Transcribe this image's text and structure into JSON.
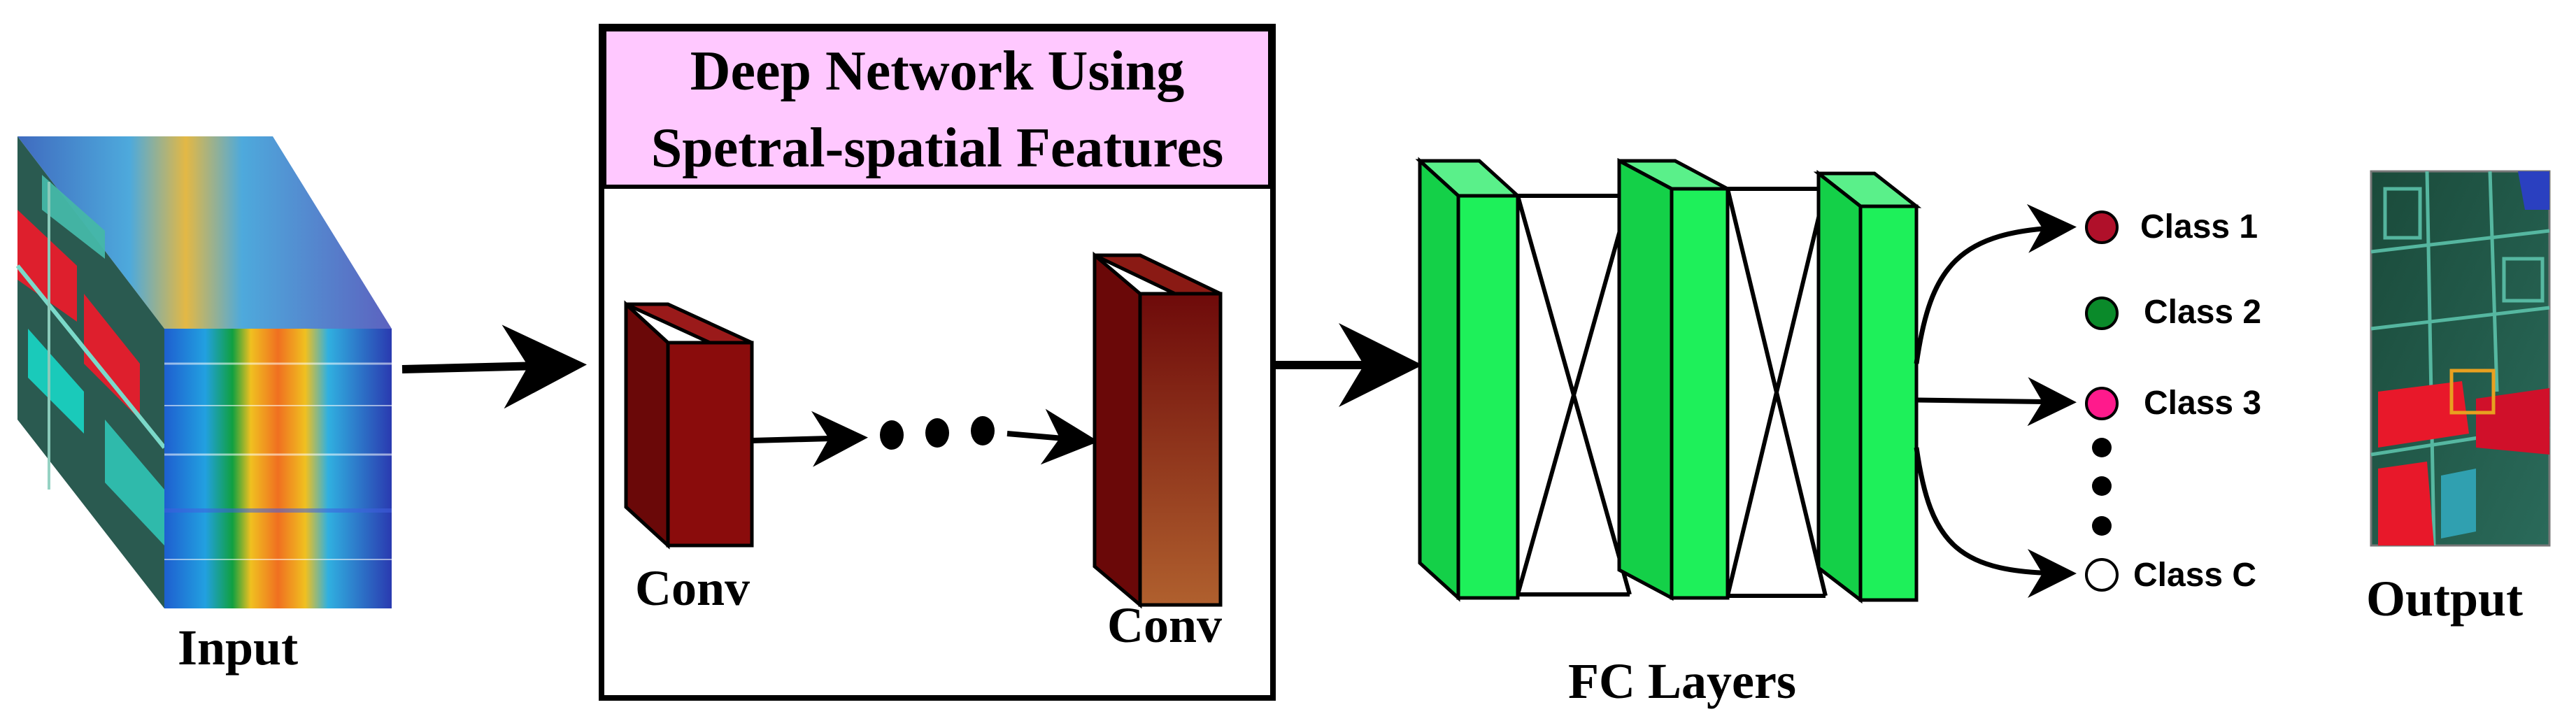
{
  "title_box": {
    "line1": "Deep Network Using",
    "line2": "Spetral-spatial Features",
    "fill": "#ffc8ff"
  },
  "input_label": "Input",
  "conv_label_1": "Conv",
  "conv_label_2": "Conv",
  "fc_label": "FC Layers",
  "output_label": "Output",
  "classes": [
    {
      "label": "Class 1",
      "color": "#b0102a"
    },
    {
      "label": "Class 2",
      "color": "#0a8a2a"
    },
    {
      "label": "Class 3",
      "color": "#ff1a8c"
    },
    {
      "label": "Class C",
      "color": "#ffffff"
    }
  ],
  "colors": {
    "fc_green": "#1ef05a",
    "conv_dark": "#7a0a0a",
    "conv_light": "#a8552a"
  }
}
